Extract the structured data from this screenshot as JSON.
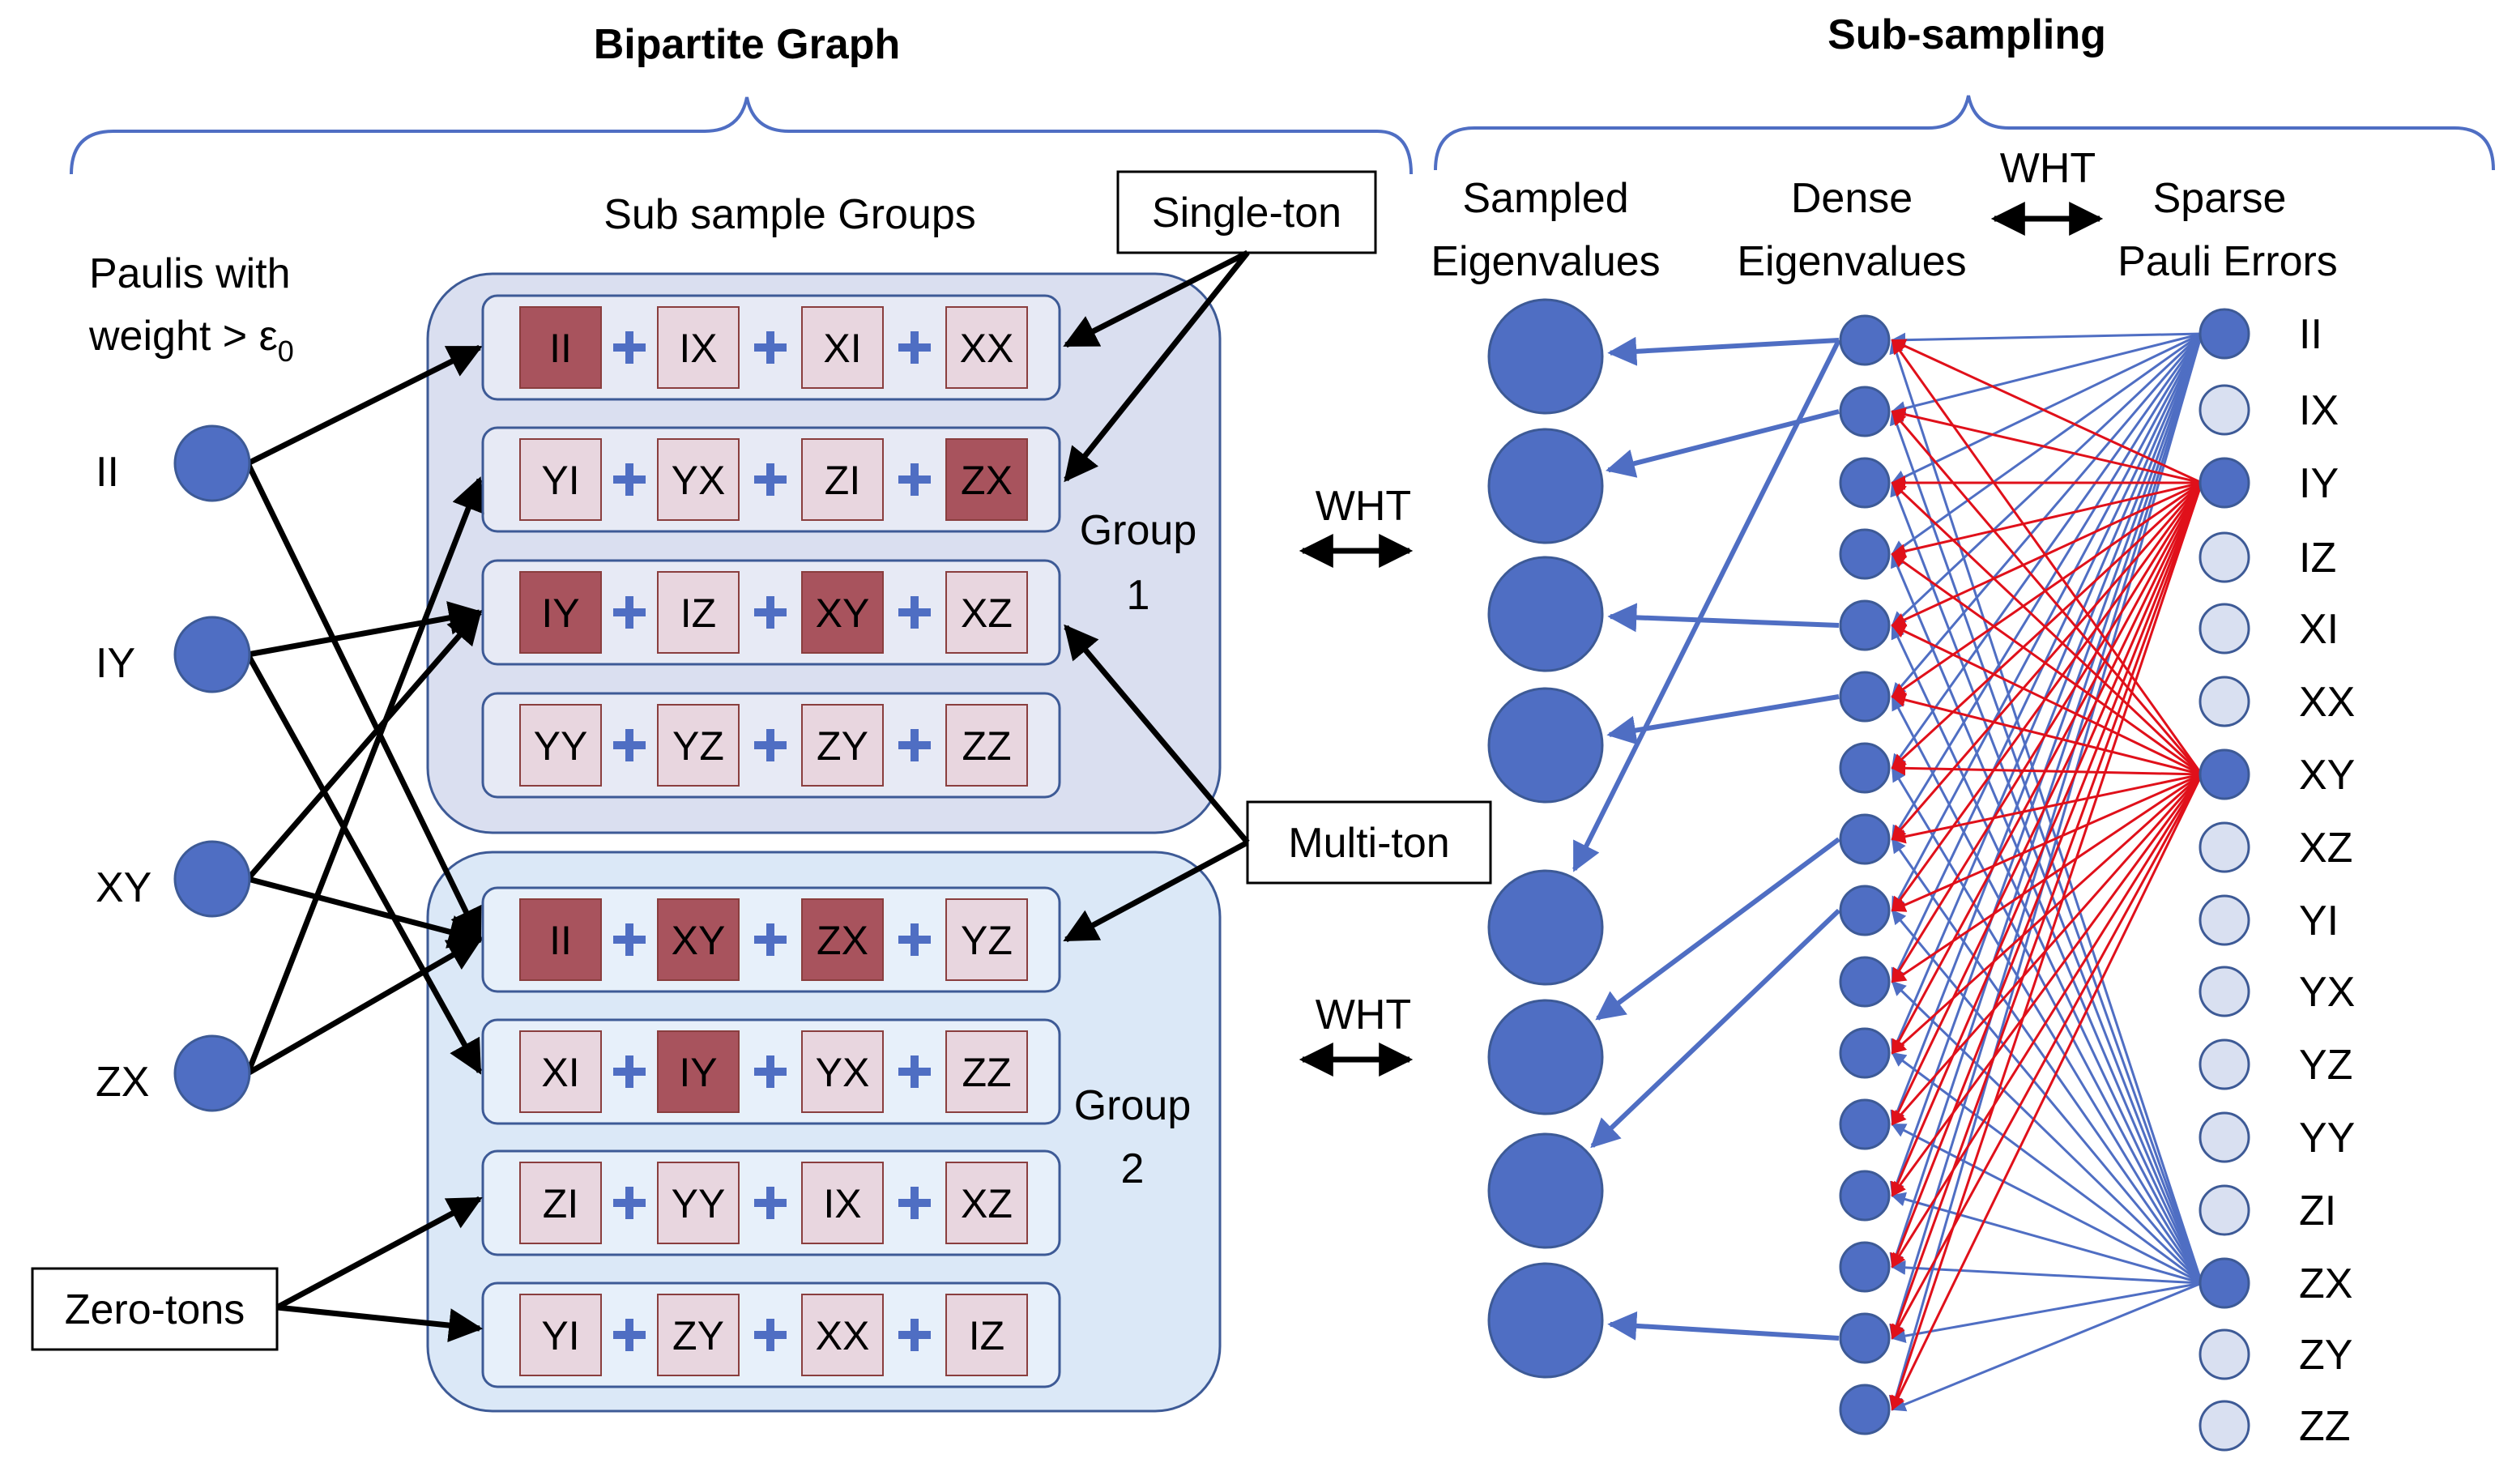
{
  "titles": {
    "left": "Bipartite Graph",
    "right": "Sub-sampling"
  },
  "left_panel": {
    "paulis_heading_line1": "Paulis with",
    "paulis_heading_line2": "weight > ε",
    "paulis_heading_subscript": "0",
    "paulis": [
      "II",
      "IY",
      "XY",
      "ZX"
    ],
    "groups_heading": "Sub sample Groups",
    "group1_label_line1": "Group",
    "group1_label_line2": "1",
    "group2_label_line1": "Group",
    "group2_label_line2": "2",
    "rows": [
      [
        "II",
        "IX",
        "XI",
        "XX"
      ],
      [
        "YI",
        "YX",
        "ZI",
        "ZX"
      ],
      [
        "IY",
        "IZ",
        "XY",
        "XZ"
      ],
      [
        "YY",
        "YZ",
        "ZY",
        "ZZ"
      ],
      [
        "II",
        "XY",
        "ZX",
        "YZ"
      ],
      [
        "XI",
        "IY",
        "YX",
        "ZZ"
      ],
      [
        "ZI",
        "YY",
        "IX",
        "XZ"
      ],
      [
        "YI",
        "ZY",
        "XX",
        "IZ"
      ]
    ],
    "highlighted": [
      [
        1,
        0,
        0,
        0
      ],
      [
        0,
        0,
        0,
        1
      ],
      [
        1,
        0,
        1,
        0
      ],
      [
        0,
        0,
        0,
        0
      ],
      [
        1,
        1,
        1,
        0
      ],
      [
        0,
        1,
        0,
        0
      ],
      [
        0,
        0,
        0,
        0
      ],
      [
        0,
        0,
        0,
        0
      ]
    ],
    "callouts": {
      "single_ton": "Single-ton",
      "multi_ton": "Multi-ton",
      "zero_tons": "Zero-tons"
    },
    "wht_label_1": "WHT",
    "wht_label_2": "WHT"
  },
  "right_panel": {
    "sampled_heading_line1": "Sampled",
    "sampled_heading_line2": "Eigenvalues",
    "dense_heading_line1": "Dense",
    "dense_heading_line2": "Eigenvalues",
    "wht_label": "WHT",
    "sparse_heading_line1": "Sparse",
    "sparse_heading_line2": "Pauli Errors",
    "sparse_paulis": [
      "II",
      "IX",
      "IY",
      "IZ",
      "XI",
      "XX",
      "XY",
      "XZ",
      "YI",
      "YX",
      "YZ",
      "YY",
      "ZI",
      "ZX",
      "ZY",
      "ZZ"
    ],
    "sparse_active": [
      "II",
      "IY",
      "XY",
      "ZX"
    ]
  },
  "colors": {
    "node_blue": "#4f6ec3",
    "node_light": "#d9e0f1",
    "group1_fill": "#dadff0",
    "group2_fill": "#dbe8f7",
    "cell_light": "#e8d6df",
    "cell_dark": "#a8535d",
    "edge_blue": "#4f6ec3",
    "edge_red": "#e0101a",
    "brace": "#4f6ec3"
  }
}
